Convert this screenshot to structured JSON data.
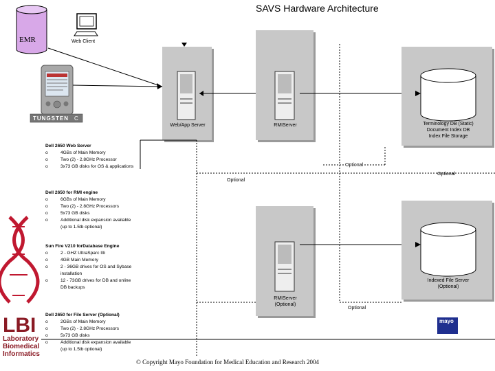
{
  "title": "SAVS Hardware Architecture",
  "emr_label": "EMR",
  "web_client_label": "Web Client",
  "pda_brand": "TUNGSTEN",
  "pda_model": "C",
  "servers": {
    "webapp": "Web/App Server",
    "rmi": "RMIServer",
    "rmi_optional_line1": "RMIServer",
    "rmi_optional_line2": "(Optional)",
    "terminology_line1": "Terminology DB (Static)",
    "terminology_line2": "Document Index DB",
    "terminology_line3": "Index File Storage",
    "indexed_line1": "Indexed File Server",
    "indexed_line2": "(Optional)"
  },
  "optional_labels": [
    "Optional",
    "Optional",
    "Optional",
    "Optional"
  ],
  "specs": [
    {
      "heading": "Dell 2650 Web Server",
      "items": [
        "4GBs of Main Memory",
        "Two (2) - 2.8GHz Processor",
        "3x73 GB disks for OS & applications"
      ]
    },
    {
      "heading": "Dell 2650 for RMI engine",
      "items": [
        "6GBs of Main Memory",
        "Two (2) - 2.8GHz Processors",
        "5x73 GB disks",
        "Additional disk expansion available",
        "(up to 1.5tb optional)"
      ]
    },
    {
      "heading": "Sun Fire V210 forDatabase Engine",
      "items": [
        "2 - GHZ UltraSparc IIIi",
        "4GB Main Memory",
        "2 - 36GB drives for OS and Sybase",
        "installation",
        "12 - 73GB drives for DB and online",
        "DB backups"
      ]
    },
    {
      "heading": "Dell 2650 for File Server (Optional)",
      "items": [
        "2GBs of Main Memory",
        "Two (2) - 2.8GHz Processors",
        "5x73 GB disks",
        "Additional disk expansion available",
        "(up to 1.5tb optional)"
      ]
    }
  ],
  "bullet": "o",
  "logos": {
    "lbi_big": "LBI",
    "lbi_line1": "Laboratory",
    "lbi_line2": "Biomedical",
    "lbi_line3": "Informatics",
    "mayo": "mayo"
  },
  "copyright": "© Copyright Mayo Foundation for Medical Education and Research 2004",
  "colors": {
    "panel": "#c8c8c8",
    "lbi_red": "#8a1a24",
    "mayo_blue": "#1f2f8f"
  }
}
